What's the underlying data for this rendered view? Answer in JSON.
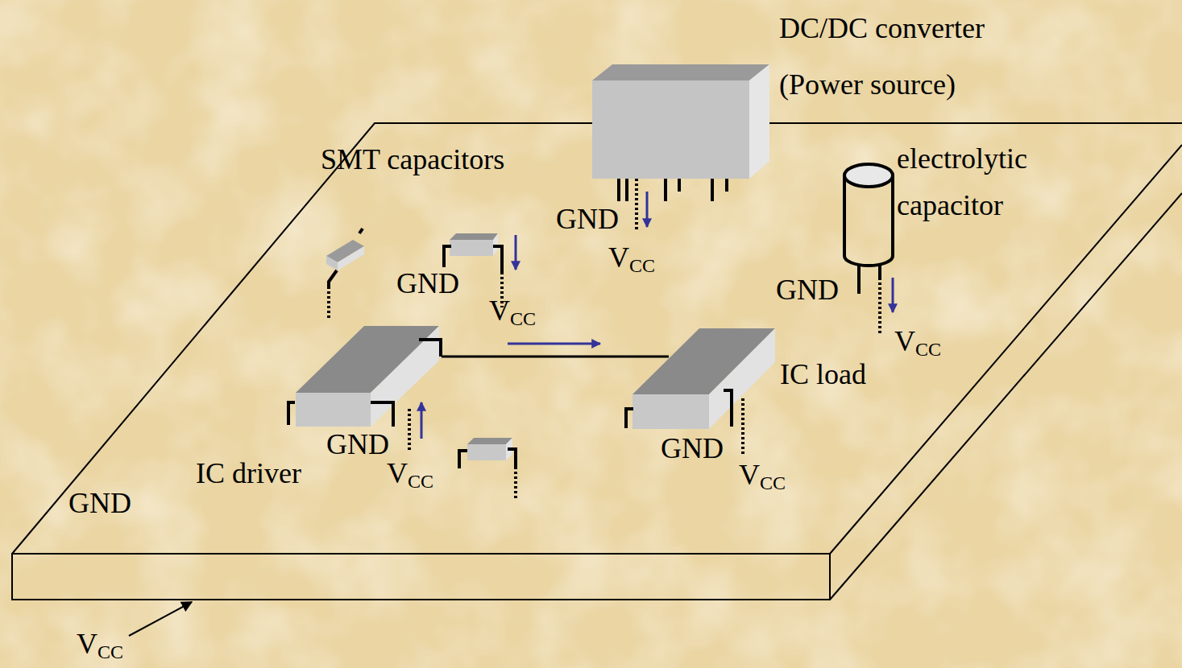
{
  "diagram": {
    "nodes": [
      {
        "text": [
          "DC/DC converter (Power source)"
        ]
      },
      {
        "text": [
          "electrolytic capacitor"
        ]
      },
      {
        "text": [
          "IC driver"
        ]
      },
      {
        "text": [
          "IC load"
        ]
      }
    ],
    "edges": [
      {
        "from": 2,
        "to": 3,
        "arrow": "none"
      }
    ],
    "labels": [
      "SMT capacitors",
      "GND",
      "VCC",
      "GND",
      "VCC",
      "GND",
      "VCC",
      "GND",
      "VCC",
      "GND",
      "VCC",
      "GND",
      "VCC"
    ]
  }
}
